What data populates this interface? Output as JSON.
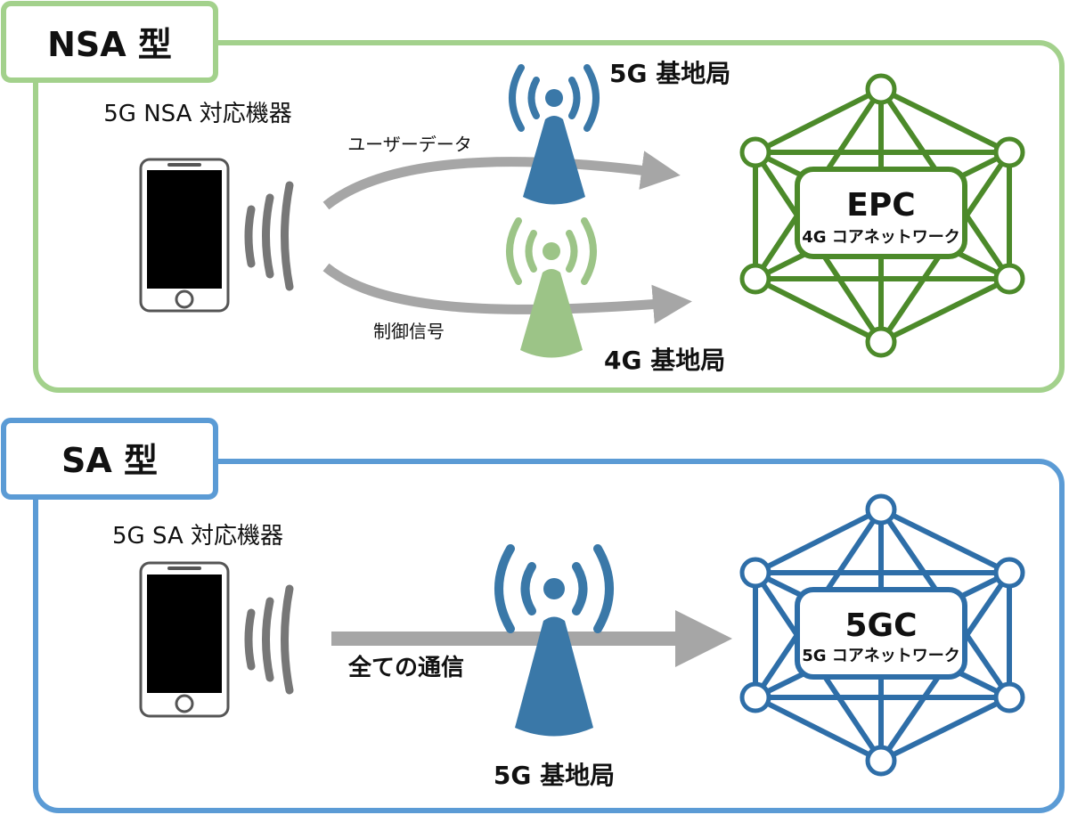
{
  "colors": {
    "nsa_frame": "#a3d18c",
    "sa_frame": "#5b9bd5",
    "epc_net": "#4c8a2a",
    "fivegc_net": "#2e6ea8",
    "tower_5g": "#3a78a8",
    "tower_4g": "#9cc487",
    "arrow": "#a6a6a6",
    "device_waves": "#777777",
    "phone_screen": "#000000"
  },
  "nsa": {
    "title": "NSA 型",
    "device_label": "5G NSA 対応機器",
    "user_data_label": "ユーザーデータ",
    "control_label": "制御信号",
    "station_5g_label": "5G 基地局",
    "station_4g_label": "4G 基地局",
    "core_title": "EPC",
    "core_subtitle": "4G コアネットワーク",
    "icons": {
      "device": "smartphone-icon",
      "signal": "signal-waves-icon",
      "station_5g": "antenna-tower-icon",
      "station_4g": "antenna-tower-icon",
      "core": "network-mesh-icon"
    }
  },
  "sa": {
    "title": "SA 型",
    "device_label": "5G SA 対応機器",
    "all_comm_label": "全ての通信",
    "station_5g_label": "5G 基地局",
    "core_title": "5GC",
    "core_subtitle": "5G コアネットワーク",
    "icons": {
      "device": "smartphone-icon",
      "signal": "signal-waves-icon",
      "station_5g": "antenna-tower-icon",
      "core": "network-mesh-icon"
    }
  }
}
